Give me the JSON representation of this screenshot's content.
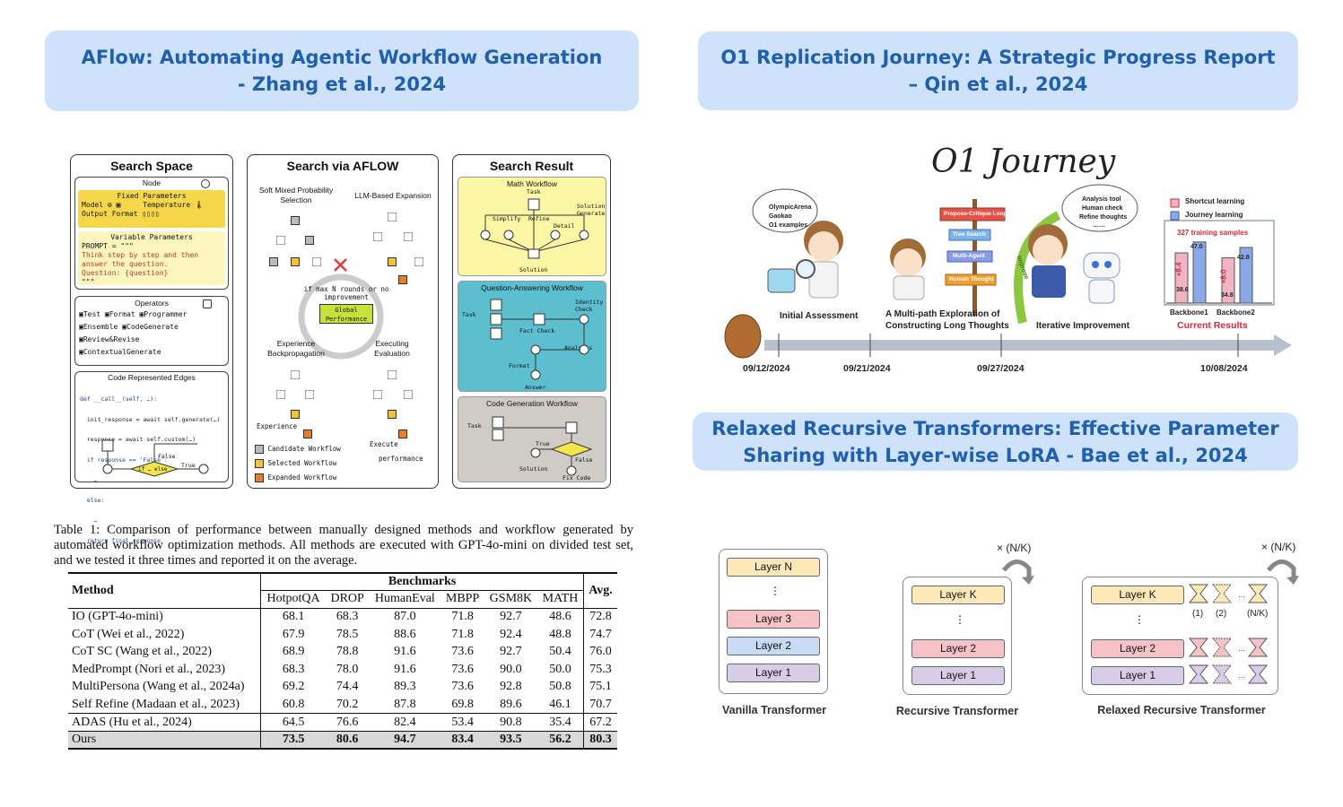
{
  "banners": {
    "aflow": {
      "line1": "AFlow: Automating Agentic Workflow Generation",
      "line2": "- Zhang et al., 2024"
    },
    "o1": {
      "line1": "O1 Replication Journey: A Strategic Progress Report",
      "line2": "– Qin et al., 2024"
    },
    "rrt": {
      "line1": "Relaxed Recursive Transformers: Effective Parameter",
      "line2": "Sharing with Layer-wise LoRA - Bae et al., 2024"
    }
  },
  "aflow_figure": {
    "search_space": {
      "title": "Search Space",
      "node": "Node",
      "fixed_params": "Fixed Parameters",
      "model": "Model",
      "temperature": "Temperature",
      "output_format": "Output Format",
      "variable_params": "Variable Parameters",
      "prompt_line1": "PROMPT = \"\"\"",
      "prompt_line2": "Think step by step and then",
      "prompt_line3": "answer the question.",
      "prompt_line4": "Question: {question}",
      "prompt_line5": "\"\"\"",
      "operators": "Operators",
      "op_items": [
        "Test",
        "Format",
        "Programmer",
        "Ensemble",
        "CodeGenerate",
        "Review&Revise",
        "ContextualGenerate"
      ],
      "code_edges": "Code Represented Edges",
      "code_lines": [
        "def __call__(self, …):",
        "  init_response = await self.generate(…)",
        "  response = await self.custom(…)",
        "  if response == 'False':",
        "    …",
        "  else:",
        "    …",
        "  return final_response"
      ],
      "false_label": "False",
      "true_label": "True",
      "ifelse": "if … else"
    },
    "search_via": {
      "title": "Search via AFLOW",
      "soft_mixed": "Soft Mixed Probability Selection",
      "llm_expansion": "LLM-Based Expansion",
      "max_rounds": "if max N rounds or no improvement",
      "global_perf": "Global Performance",
      "experience_backprop": "Experience Backpropagation",
      "executing_eval": "Executing Evaluation",
      "experience": "Experience",
      "execute": "Execute",
      "performance": "performance",
      "legend": [
        "Candidate Workflow",
        "Selected Workflow",
        "Expanded Workflow"
      ]
    },
    "search_result": {
      "title": "Search Result",
      "math": "Math Workflow",
      "task": "Task",
      "simplify": "Simplify",
      "refine": "Refine",
      "detail": "Detail",
      "solution_generate": "Solution Generate",
      "solution": "Solution",
      "qa": "Question-Answering Workflow",
      "identity_check": "Identity Check",
      "fact_check": "Fact Check",
      "analysis": "Analysis",
      "format": "Format",
      "answer": "Answer",
      "code": "Code Generation Workflow",
      "true": "True",
      "false": "False",
      "fix_code": "Fix Code"
    }
  },
  "table": {
    "caption": "Table 1: Comparison of performance between manually designed methods and workflow generated by automated workflow optimization methods. All methods are executed with GPT-4o-mini on divided test set, and we tested it three times and reported it on the average.",
    "method_header": "Method",
    "benchmarks_header": "Benchmarks",
    "avg_header": "Avg.",
    "columns": [
      "HotpotQA",
      "DROP",
      "HumanEval",
      "MBPP",
      "GSM8K",
      "MATH"
    ],
    "rows": [
      {
        "method": "IO (GPT-4o-mini)",
        "values": [
          "68.1",
          "68.3",
          "87.0",
          "71.8",
          "92.7",
          "48.6"
        ],
        "avg": "72.8"
      },
      {
        "method": "CoT (Wei et al., 2022)",
        "values": [
          "67.9",
          "78.5",
          "88.6",
          "71.8",
          "92.4",
          "48.8"
        ],
        "avg": "74.7"
      },
      {
        "method": "CoT SC (Wang et al., 2022)",
        "values": [
          "68.9",
          "78.8",
          "91.6",
          "73.6",
          "92.7",
          "50.4"
        ],
        "avg": "76.0"
      },
      {
        "method": "MedPrompt (Nori et al., 2023)",
        "values": [
          "68.3",
          "78.0",
          "91.6",
          "73.6",
          "90.0",
          "50.0"
        ],
        "avg": "75.3"
      },
      {
        "method": "MultiPersona (Wang et al., 2024a)",
        "values": [
          "69.2",
          "74.4",
          "89.3",
          "73.6",
          "92.8",
          "50.8"
        ],
        "avg": "75.1"
      },
      {
        "method": "Self Refine (Madaan et al., 2023)",
        "values": [
          "60.8",
          "70.2",
          "87.8",
          "69.8",
          "89.6",
          "46.1"
        ],
        "avg": "70.7"
      },
      {
        "method": "ADAS (Hu et al., 2024)",
        "values": [
          "64.5",
          "76.6",
          "82.4",
          "53.4",
          "90.8",
          "35.4"
        ],
        "avg": "67.2"
      },
      {
        "method": "Ours",
        "values": [
          "73.5",
          "80.6",
          "94.7",
          "83.4",
          "93.5",
          "56.2"
        ],
        "avg": "80.3"
      }
    ]
  },
  "o1_figure": {
    "title": "O1 Journey",
    "stages": [
      "Initial Assessment",
      "A Multi-path Exploration of",
      "Constructing Long Thoughts",
      "Iterative Improvement"
    ],
    "bubble1": [
      "OlympicArena",
      "Gaokao",
      "O1 examples"
    ],
    "bubble2": [
      "Analysis tool",
      "Human check",
      "Refine thoughts",
      "……"
    ],
    "signs": [
      "Propose-Critique Loop",
      "Tree Search",
      "Multi-Agent",
      "Human Thought"
    ],
    "improve": "Improve",
    "legend": [
      "Shortcut learning",
      "Journey learning"
    ],
    "samples": "327 training samples",
    "bars": {
      "backbone1": {
        "label": "Backbone1",
        "shortcut": 38.6,
        "journey": 47.0,
        "delta": "+8.4"
      },
      "backbone2": {
        "label": "Backbone2",
        "shortcut": 34.8,
        "journey": 42.8,
        "delta": "+8.0"
      }
    },
    "bar_value_labels": [
      "38.6",
      "47.0",
      "34.8",
      "42.8"
    ],
    "current_results": "Current Results",
    "dates": [
      "09/12/2024",
      "09/21/2024",
      "09/27/2024",
      "10/08/2024"
    ],
    "colors": {
      "journey": "#8aa7e6",
      "shortcut": "#f2b3c3",
      "accent": "#d6293c"
    }
  },
  "rrt_figure": {
    "vanilla": {
      "label": "Vanilla Transformer",
      "layers": [
        "Layer N",
        "Layer 3",
        "Layer 2",
        "Layer 1"
      ]
    },
    "recursive": {
      "label": "Recursive Transformer",
      "layers": [
        "Layer K",
        "Layer 2",
        "Layer 1"
      ],
      "repeat": "× (N/K)"
    },
    "relaxed": {
      "label": "Relaxed Recursive Transformer",
      "layers": [
        "Layer K",
        "Layer 2",
        "Layer 1"
      ],
      "repeat": "× (N/K)",
      "lora_labels": [
        "(1)",
        "(2)",
        "(N/K)"
      ]
    },
    "ellipsis": "⋮"
  }
}
